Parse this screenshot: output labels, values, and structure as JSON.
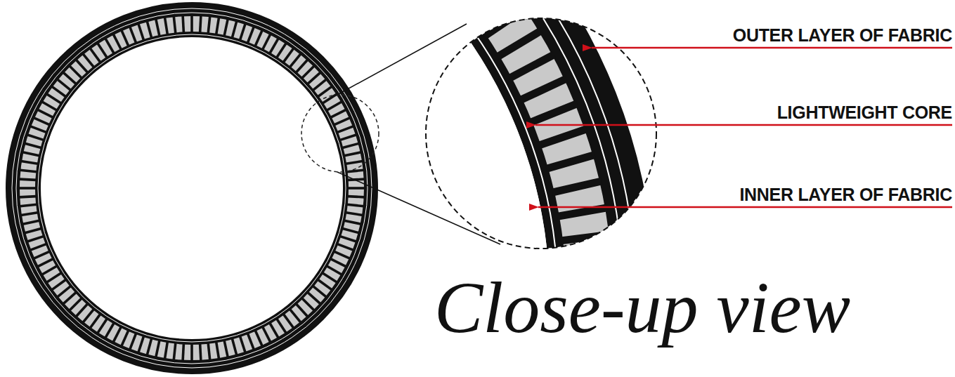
{
  "diagram": {
    "labels": [
      "OUTER LAYER OF FABRIC",
      "LIGHTWEIGHT CORE",
      "INNER LAYER OF FABRIC",
      "Close-up view"
    ]
  }
}
